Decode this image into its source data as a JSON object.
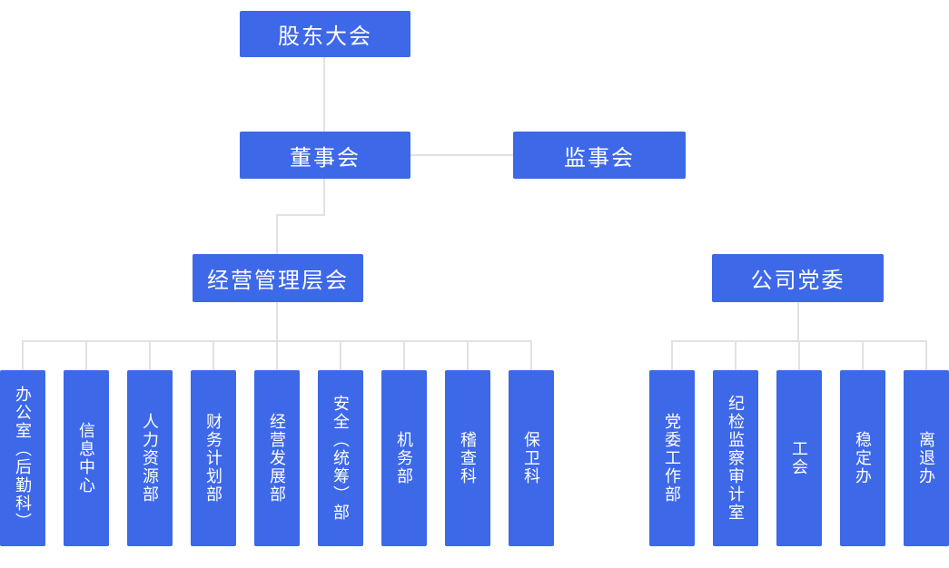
{
  "colors": {
    "node_fill": "#3D68E8",
    "node_text": "#FFFFFF",
    "connector": "#E2E2E2",
    "background": "#FFFFFF"
  },
  "nodes": {
    "shareholders_meeting": "股东大会",
    "board_of_directors": "董事会",
    "board_of_supervisors": "监事会",
    "management_committee": "经营管理层会",
    "party_committee": "公司党委"
  },
  "management_departments": [
    "办公室（后勤科）",
    "信息中心",
    "人力资源部",
    "财务计划部",
    "经营发展部",
    "安全（统筹）部",
    "机务部",
    "稽查科",
    "保卫科"
  ],
  "party_departments": [
    "党委工作部",
    "纪检监察审计室",
    "工会",
    "稳定办",
    "离退办"
  ]
}
